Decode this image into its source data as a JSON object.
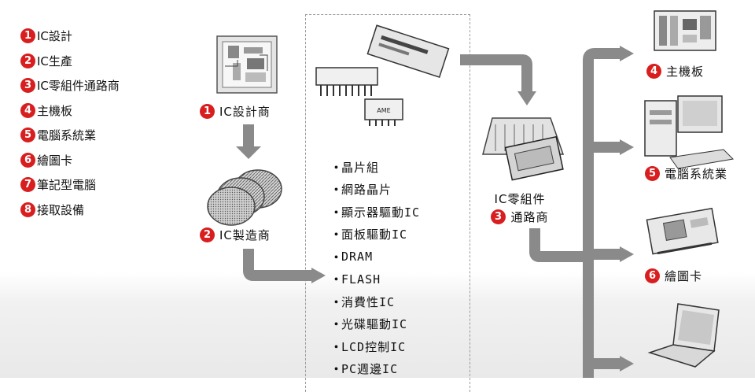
{
  "legend": [
    {
      "num": "1",
      "text": "IC設計"
    },
    {
      "num": "2",
      "text": "IC生產"
    },
    {
      "num": "3",
      "text": "IC零組件通路商"
    },
    {
      "num": "4",
      "text": "主機板"
    },
    {
      "num": "5",
      "text": "電腦系統業"
    },
    {
      "num": "6",
      "text": "繪圖卡"
    },
    {
      "num": "7",
      "text": "筆記型電腦"
    },
    {
      "num": "8",
      "text": "接取設備"
    }
  ],
  "nodes": {
    "ic_design": {
      "num": "1",
      "text": "IC設計商"
    },
    "ic_manufacture": {
      "num": "2",
      "text": "IC製造商"
    },
    "distributor": {
      "num": "3",
      "line1": "IC零組件",
      "line2": "通路商"
    },
    "motherboard": {
      "num": "4",
      "text": "主機板"
    },
    "pc_system": {
      "num": "5",
      "text": "電腦系統業"
    },
    "graphics_card": {
      "num": "6",
      "text": "繪圖卡"
    }
  },
  "products": {
    "bullet": "・",
    "items": [
      "晶片組",
      "網路晶片",
      "顯示器驅動IC",
      "面板驅動IC",
      "DRAM",
      "FLASH",
      "消費性IC",
      "光碟驅動IC",
      "LCD控制IC",
      "PC週邊IC"
    ]
  },
  "chip_marking": "AME",
  "colors": {
    "badge": "#d81e1e",
    "arrow": "#8a8a8a",
    "text": "#111111"
  }
}
